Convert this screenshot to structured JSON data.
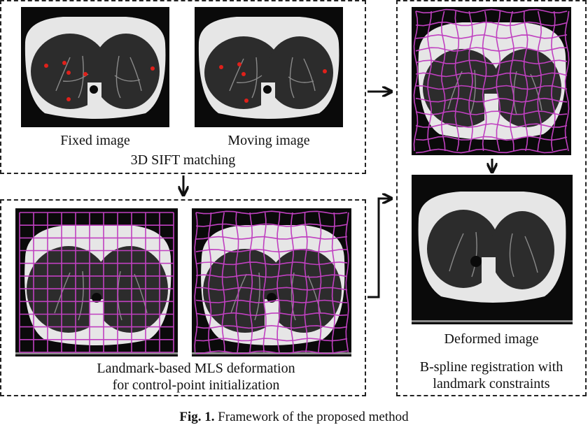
{
  "panels": {
    "sift": {
      "fixed_label": "Fixed image",
      "moving_label": "Moving image",
      "title": "3D SIFT matching"
    },
    "mls": {
      "title_line1": "Landmark-based MLS deformation",
      "title_line2": "for control-point initialization"
    },
    "bspline": {
      "deformed_label": "Deformed image",
      "title_line1": "B-spline registration with",
      "title_line2": "landmark constraints"
    }
  },
  "caption": {
    "prefix": "Fig. 1.",
    "text": "Framework of the proposed method"
  },
  "colors": {
    "grid": "#c040c0",
    "landmark": "#e0201a",
    "body": "#e6e6e6",
    "background": "#0a0a0a"
  }
}
